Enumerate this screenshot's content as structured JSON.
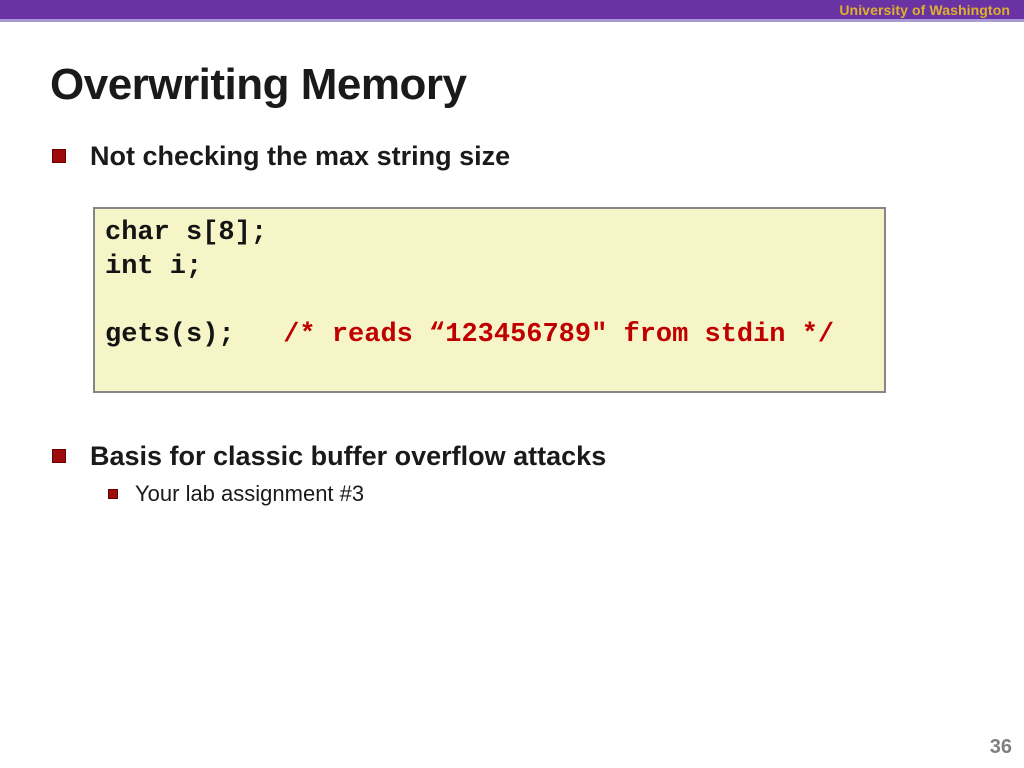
{
  "header": {
    "brand": "University of Washington"
  },
  "slide": {
    "title": "Overwriting Memory",
    "page_number": "36"
  },
  "bullets": [
    {
      "level": 1,
      "text": "Not checking the max string size"
    },
    {
      "level": 1,
      "text": "Basis for classic buffer overflow attacks"
    },
    {
      "level": 2,
      "text": "Your lab assignment #3"
    }
  ],
  "code_box": {
    "lines": [
      {
        "code": "char s[8];",
        "comment": ""
      },
      {
        "code": "int i;",
        "comment": ""
      },
      {
        "code": "",
        "comment": ""
      },
      {
        "code": "gets(s);",
        "comment": "   /* reads “123456789″ from stdin */"
      }
    ]
  },
  "colors": {
    "header_purple": "#6a33a3",
    "header_underline": "#a89bd4",
    "brand_gold": "#deb12d",
    "bullet_red": "#9e0b0b",
    "code_background": "#f5f5c8",
    "code_border": "#868686",
    "comment_red": "#c00000",
    "page_number_gray": "#7f7f7f"
  }
}
